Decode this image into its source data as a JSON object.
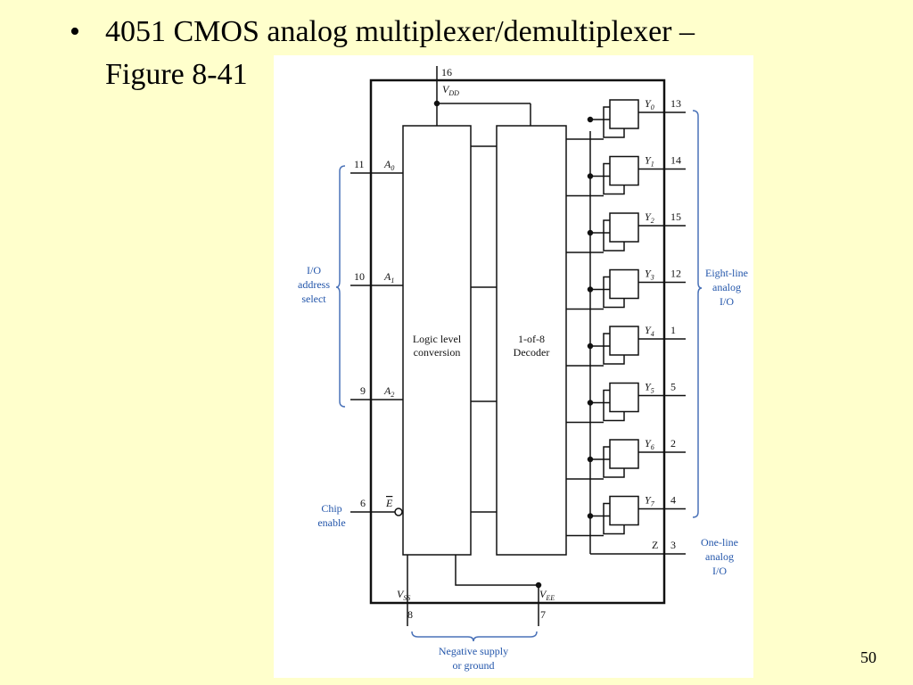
{
  "slide": {
    "bullet": "•",
    "title_line1": "4051 CMOS analog multiplexer/demultiplexer –",
    "title_line2": "Figure 8-41",
    "page_number": "50"
  },
  "diagram": {
    "vdd": {
      "pin": "16",
      "label": "V",
      "sub": "DD"
    },
    "vss": {
      "pin": "8",
      "label": "V",
      "sub": "SS"
    },
    "vee": {
      "pin": "7",
      "label": "V",
      "sub": "EE"
    },
    "inputs": [
      {
        "pin": "11",
        "label": "A",
        "sub": "0"
      },
      {
        "pin": "10",
        "label": "A",
        "sub": "1"
      },
      {
        "pin": "9",
        "label": "A",
        "sub": "2"
      }
    ],
    "enable": {
      "pin": "6",
      "label": "E"
    },
    "logic_block": {
      "line1": "Logic level",
      "line2": "conversion"
    },
    "decoder_block": {
      "line1": "1-of-8",
      "line2": "Decoder"
    },
    "outputs": [
      {
        "label": "Y",
        "sub": "0",
        "pin": "13"
      },
      {
        "label": "Y",
        "sub": "1",
        "pin": "14"
      },
      {
        "label": "Y",
        "sub": "2",
        "pin": "15"
      },
      {
        "label": "Y",
        "sub": "3",
        "pin": "12"
      },
      {
        "label": "Y",
        "sub": "4",
        "pin": "1"
      },
      {
        "label": "Y",
        "sub": "5",
        "pin": "5"
      },
      {
        "label": "Y",
        "sub": "6",
        "pin": "2"
      },
      {
        "label": "Y",
        "sub": "7",
        "pin": "4"
      }
    ],
    "common": {
      "label": "Z",
      "pin": "3"
    },
    "group_labels": {
      "address": [
        "I/O",
        "address",
        "select"
      ],
      "chip_enable": [
        "Chip",
        "enable"
      ],
      "eight_line": [
        "Eight-line",
        "analog",
        "I/O"
      ],
      "one_line": [
        "One-line",
        "analog",
        "I/O"
      ],
      "supply": [
        "Negative supply",
        "or ground"
      ]
    }
  }
}
